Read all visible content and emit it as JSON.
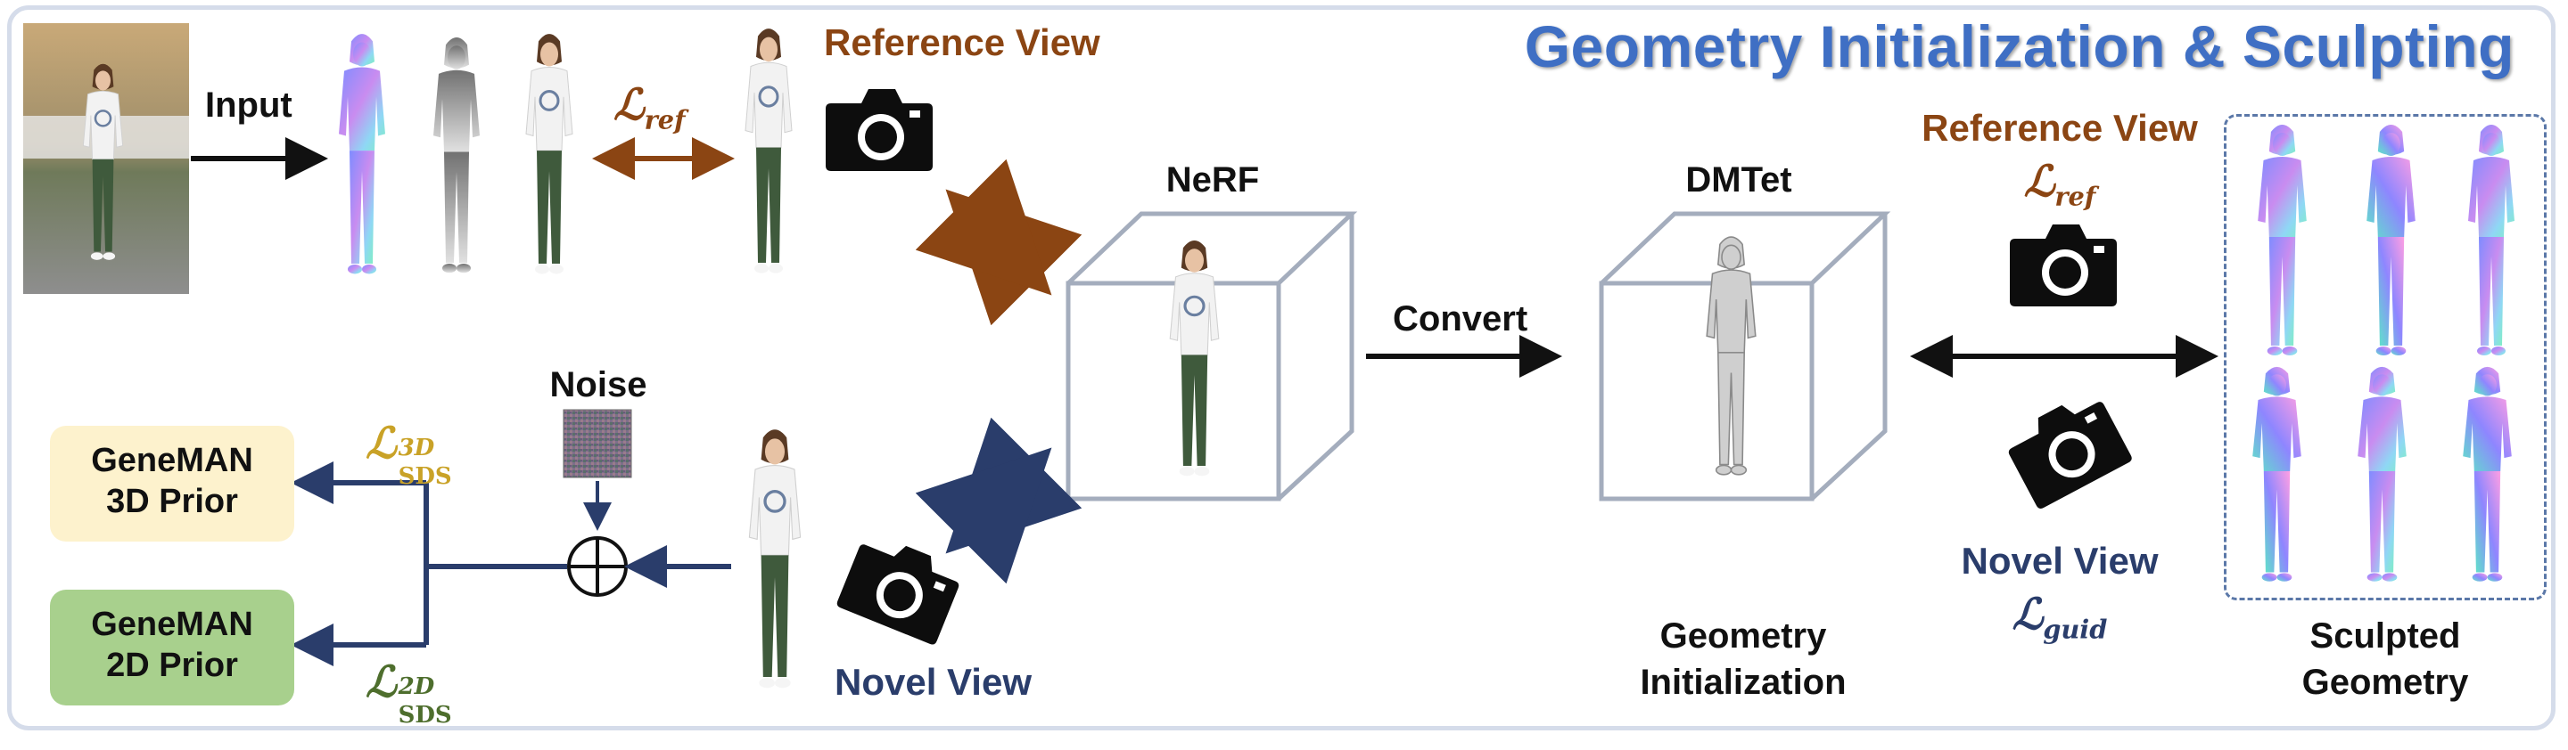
{
  "title": "Geometry Initialization & Sculpting",
  "labels": {
    "input": "Input",
    "reference_view_top": "Reference View",
    "l_ref_top": "ref",
    "nerf": "NeRF",
    "convert": "Convert",
    "dmtet": "DMTet",
    "reference_view_right": "Reference View",
    "l_ref_right": "ref",
    "novel_view_right": "Novel View",
    "l_guid": "guid",
    "noise": "Noise",
    "l_sds_3d_sup": "3D",
    "l_sds_2d_sup": "2D",
    "l_sds_sub": "SDS",
    "novel_view_bottom": "Novel View",
    "geometry_initialization": [
      "Geometry",
      "Initialization"
    ],
    "sculpted_geometry": [
      "Sculpted",
      "Geometry"
    ],
    "prior_3d": [
      "GeneMAN",
      "3D Prior"
    ],
    "prior_2d": [
      "GeneMAN",
      "2D Prior"
    ],
    "loss_symbol": "ℒ"
  },
  "colors": {
    "title_blue": "#3f6fc4",
    "reference_brown": "#8b4513",
    "novel_navy": "#2a3d6b",
    "sds_3d_gold": "#c9a227",
    "sds_2d_green": "#4e6e2d",
    "prior_3d_fill": "#fdf2cd",
    "prior_2d_fill": "#a8d08d",
    "cube_stroke": "#a4adbd",
    "frame": "#d5dcea"
  },
  "icons": [
    "camera-icon",
    "circled-plus-icon",
    "noise-patch",
    "human-figure"
  ]
}
